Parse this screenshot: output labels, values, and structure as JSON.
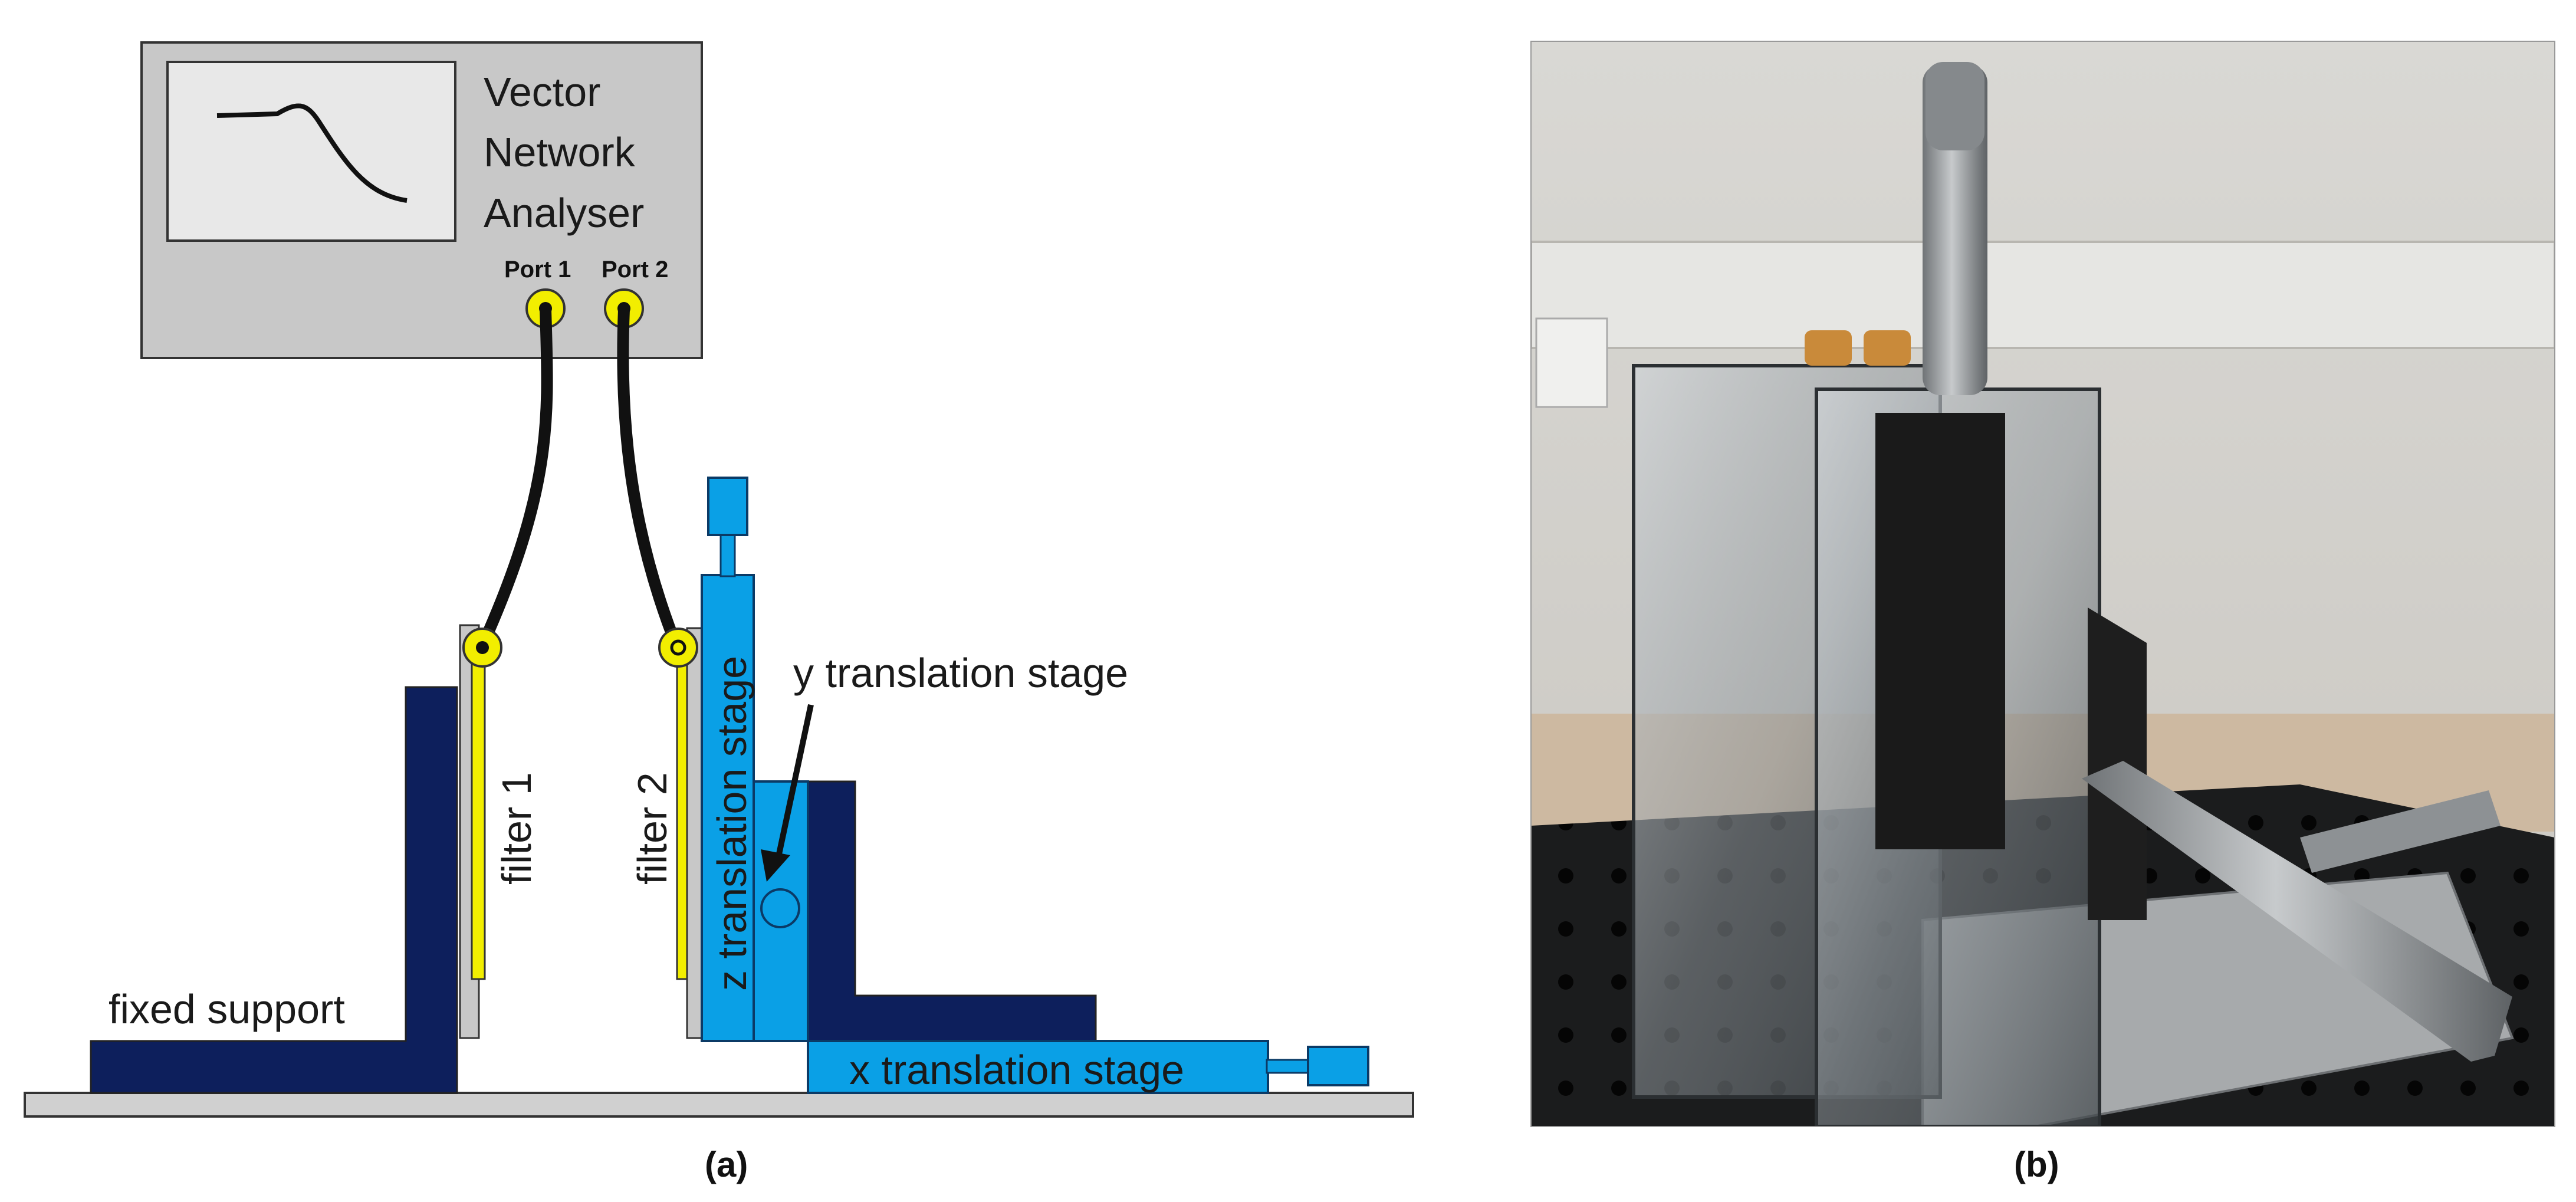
{
  "panel_a": {
    "vna": {
      "title_lines": [
        "Vector",
        "Network",
        "Analyser"
      ],
      "port1_label": "Port 1",
      "port2_label": "Port 2"
    },
    "labels": {
      "filter1": "filter 1",
      "filter2": "filter 2",
      "z_stage": "z translation stage",
      "y_stage": "y translation stage",
      "x_stage": "x translation stage",
      "fixed_support": "fixed support"
    },
    "caption": "(a)"
  },
  "panel_b": {
    "caption": "(b)"
  },
  "colors": {
    "navy": "#0d1f5c",
    "cyan": "#0aa0e6",
    "yellow": "#f2ee00",
    "grey_panel": "#c8c8c8",
    "screen": "#e8e8e8",
    "cable": "#111111"
  }
}
